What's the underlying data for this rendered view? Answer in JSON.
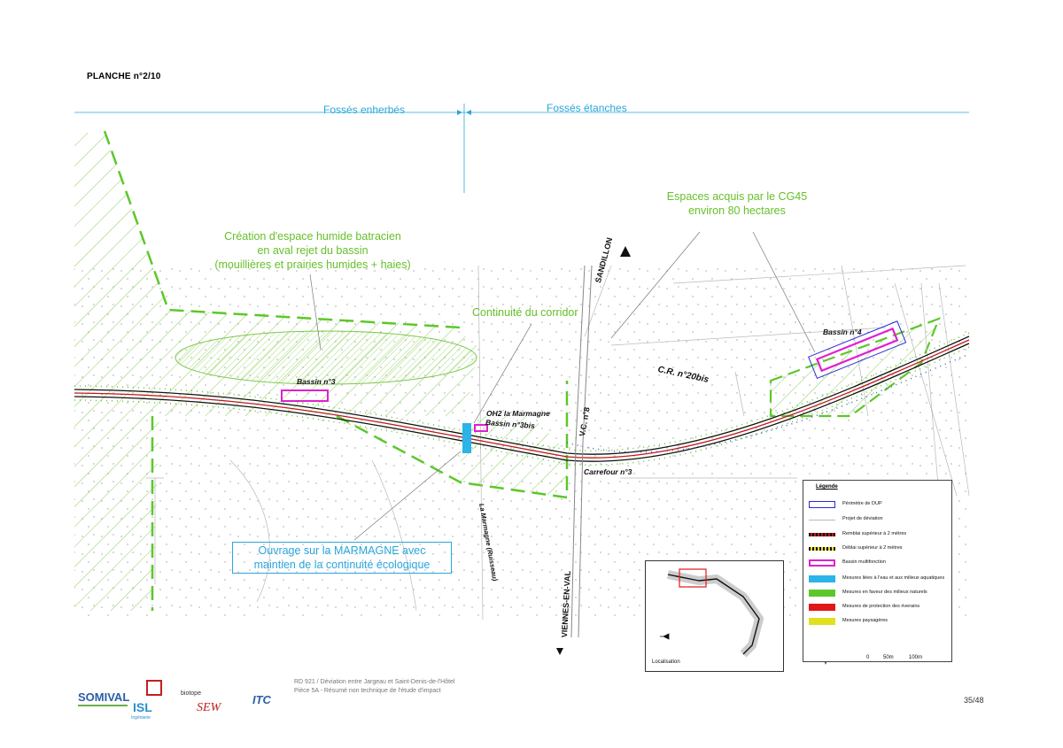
{
  "planche": "PLANCHE n°2/10",
  "header": {
    "left_label": "Fossés enherbés",
    "right_label": "Fossés étanches"
  },
  "annotations": {
    "espace_humide": [
      "Création d'espace humide batracien",
      "en aval rejet du bassin",
      "(mouillières et prairies humides + haies)"
    ],
    "continuite_corridor": "Continuité du corridor",
    "espaces_acquis": [
      "Espaces acquis par le CG45",
      "environ 80 hectares"
    ],
    "ouvrage": [
      "Ouvrage sur la MARMAGNE avec",
      "maintien de la continuité écologique"
    ]
  },
  "map_labels": {
    "bassin3": "Bassin n°3",
    "bassin3bis": "Bassin n°3bis",
    "bassin4": "Bassin n°4",
    "oh2": "OH2 la Marmagne",
    "sandillon": "SANDILLON",
    "vc8": "V.C. n°8",
    "cr20bis": "C.R. n°20bis",
    "carrefour3": "Carrefour n°3",
    "marmagne": "La Marmagne (Ruisseau)",
    "viennes": "VIENNES-EN-VAL"
  },
  "legend": {
    "title": "Légende",
    "items": [
      {
        "label": "Périmètre de DUP",
        "color": "#2a2ad0",
        "style": "outline"
      },
      {
        "label": "Projet de déviation",
        "color": "#bbbbbb",
        "style": "line"
      },
      {
        "label": "Remblai supérieur à 2 mètres",
        "color": "#c01818",
        "style": "hatched-dark"
      },
      {
        "label": "Déblai supérieur à 2 mètres",
        "color": "#e8e020",
        "style": "hatched-yellow"
      },
      {
        "label": "Bassin multifonction",
        "color": "#e020d0",
        "style": "outline-pink"
      },
      {
        "label": "Mesures liées à l'eau et aux milieux aquatiques",
        "color": "#2ab4e8",
        "style": "fill"
      },
      {
        "label": "Mesures en faveur des milieux naturels",
        "color": "#5cc82a",
        "style": "fill"
      },
      {
        "label": "Mesures de protection des riverains",
        "color": "#e01818",
        "style": "fill"
      },
      {
        "label": "Mesures paysagères",
        "color": "#e0e020",
        "style": "fill"
      }
    ]
  },
  "inset": {
    "label": "Localisation"
  },
  "scale": {
    "ticks": [
      "0",
      "50m",
      "100m"
    ]
  },
  "footer": {
    "line1": "RD 921 / Déviation entre Jargeau et Saint-Denis-de-l'Hôtel",
    "line2": "Pièce 5A  -  Résumé non technique de l'étude d'impact"
  },
  "page": "35/48",
  "logos": {
    "somival": "SOMIVAL",
    "isl": "ISL",
    "isl_sub": "Ingénierie",
    "biotope": "biotope",
    "sew": "SEW",
    "itc": "ITC"
  },
  "colors": {
    "green": "#66c02a",
    "cyan": "#2aa6dc",
    "pink": "#e020d0",
    "blue": "#2a2ad0"
  }
}
